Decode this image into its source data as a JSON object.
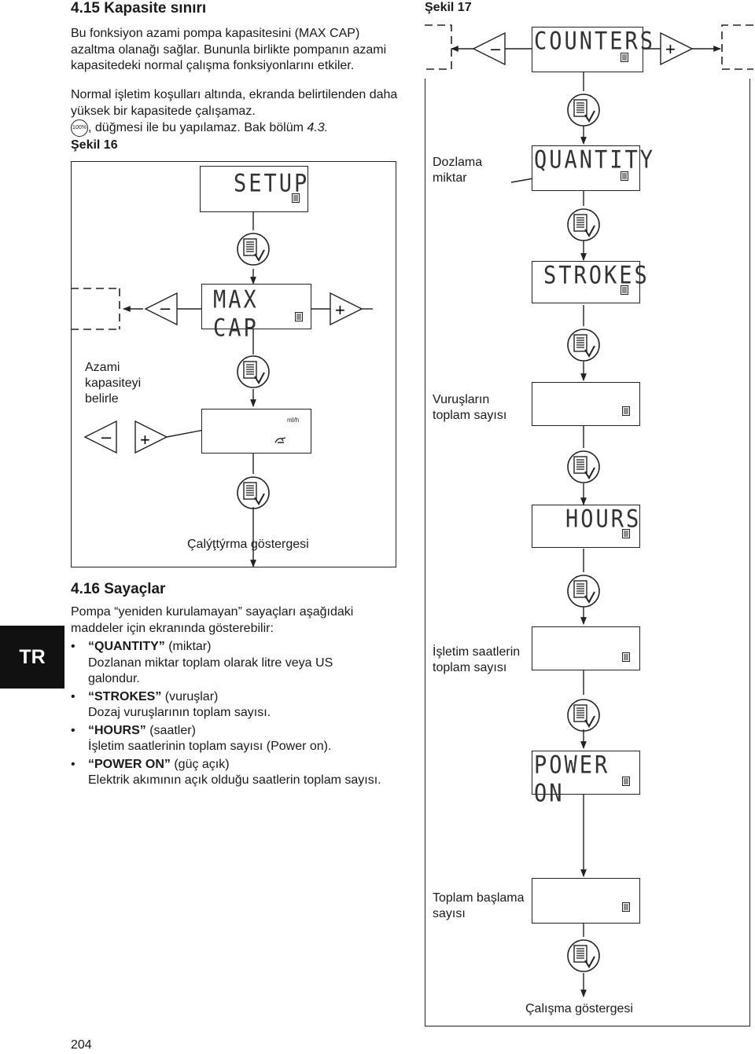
{
  "left": {
    "section_title": "4.15 Kapasite sınırı",
    "para1": "Bu fonksiyon azami pompa kapasitesini (MAX CAP) azaltma olanağı sağlar. Bununla birlikte pompanın azami kapasitedeki normal çalışma fonksiyonlarını etkiler.",
    "para2a": "Normal işletim koşulları altında, ekranda belirtilenden daha yüksek bir kapasitede çalışamaz.",
    "button_100": "100%",
    "para2b": ", düğmesi ile bu yapılamaz. Bak bölüm ",
    "para2_ref": "4.3.",
    "fig_label": "Şekil 16",
    "section2_title": "4.16 Sayaçlar",
    "intro": "Pompa “yeniden kurulamayan” sayaçları aşağıdaki maddeler için ekranında gösterebilir:",
    "bullets": [
      {
        "term": "“QUANTITY”",
        "gloss": " (miktar)",
        "desc": "Dozlanan miktar toplam olarak litre veya US galondur."
      },
      {
        "term": "“STROKES”",
        "gloss": " (vuruşlar)",
        "desc": "Dozaj vuruşlarının toplam sayısı."
      },
      {
        "term": "“HOURS”",
        "gloss": " (saatler)",
        "desc": "İşletim saatlerinin toplam sayısı (Power on)."
      },
      {
        "term": "“POWER ON”",
        "gloss": " (güç açık)",
        "desc": "Elektrik akımının açık olduğu saatlerin toplam sayısı."
      }
    ],
    "language_tag": "TR",
    "page_number": "204"
  },
  "fig16": {
    "setup": "SETUP",
    "maxcap": "MAX CAP",
    "unit": "ml/h",
    "label_setmax": "Azami kapasiteyi belirle",
    "label_run": "Çalýţtýrma göstergesi",
    "minus": "–",
    "plus": "+"
  },
  "fig17": {
    "fig_label": "Şekil 17",
    "counters": "COUNTERS",
    "quantity": "QUANTITY",
    "strokes": "STROKES",
    "hours": "HOURS",
    "power_on": "POWER ON",
    "label_dose": "Dozlama miktar",
    "label_strokes": "Vuruşların toplam sayısı",
    "label_hours": "İşletim saatlerin toplam sayısı",
    "label_starts": "Toplam başlama sayısı",
    "label_run": "Çalışma göstergesi",
    "minus": "–",
    "plus": "+"
  },
  "icons": [
    "list-check-icon",
    "small-list-icon",
    "hand-icon",
    "minus-icon",
    "plus-icon",
    "triangle-left-icon",
    "triangle-right-icon"
  ]
}
